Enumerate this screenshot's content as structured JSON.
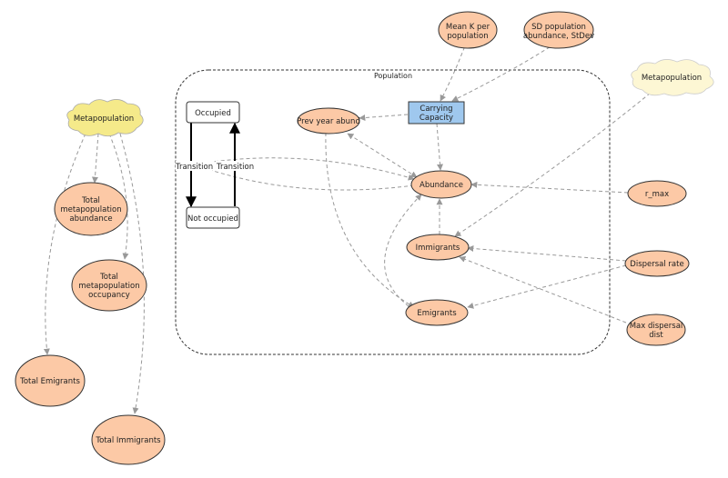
{
  "diagram": {
    "container_label": "Population",
    "nodes": {
      "metapop_left": "Metapopulation",
      "metapop_right": "Metapopulation",
      "mean_k": [
        "Mean K per",
        "population"
      ],
      "sd_pop": [
        "SD population",
        "abundance, StDev"
      ],
      "carrying": [
        "Carrying",
        "Capacity"
      ],
      "prev_year": "Prev year abund",
      "occupied": "Occupied",
      "not_occupied": "Not occupied",
      "abundance": "Abundance",
      "r_max": "r_max",
      "immigrants": "Immigrants",
      "dispersal_rate": "Dispersal rate",
      "emigrants": "Emigrants",
      "max_dispersal": [
        "Max dispersal",
        "dist"
      ],
      "total_abund": [
        "Total",
        "metapopulation",
        "abundance"
      ],
      "total_occ": [
        "Total",
        "metapopulation",
        "occupancy"
      ],
      "total_emigrants": "Total Emigrants",
      "total_immigrants": "Total Immigrants"
    },
    "transitions": [
      "Transition",
      "Transition"
    ]
  },
  "colors": {
    "flow_fill": "#fcc9a6",
    "flow_stroke": "#333333",
    "cloud_left": "#f5ea8a",
    "cloud_right": "#fdf7d4",
    "box_fill": "#9fc8ee",
    "state_fill": "#ffffff",
    "edge": "#999999"
  }
}
